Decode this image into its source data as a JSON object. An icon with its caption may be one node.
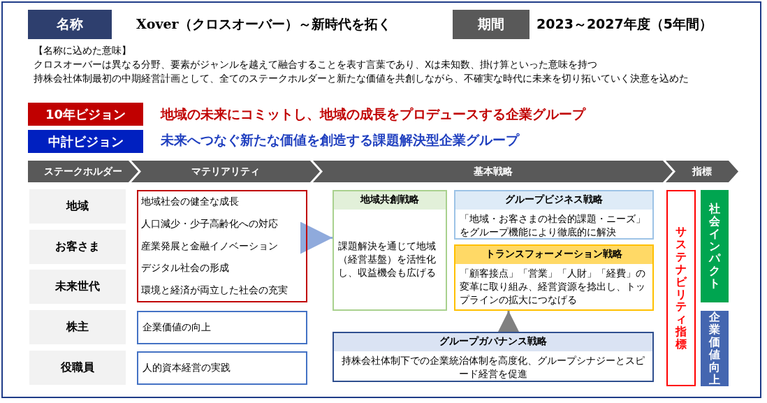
{
  "diagram": {
    "nodes": [
      {
        "text": [
          "名称"
        ],
        "beside": [
          "Xover（クロスオーバー）～新時代を拓く"
        ]
      },
      {
        "text": [
          "期間"
        ],
        "beside": [
          "2023～2027年度（5年間）"
        ]
      },
      {
        "text": [
          "10年ビジョン"
        ],
        "beside": [
          "地域の未来にコミットし、地域の成長をプロデュースする企業グループ"
        ]
      },
      {
        "text": [
          "中計ビジョン"
        ],
        "beside": [
          "未来へつなぐ新たな価値を創造する課題解決型企業グループ"
        ]
      },
      {
        "text": [
          "ステークホルダー"
        ]
      },
      {
        "text": [
          "マテリアリティ"
        ]
      },
      {
        "text": [
          "基本戦略"
        ]
      },
      {
        "text": [
          "指標"
        ]
      },
      {
        "text": [
          "地域"
        ]
      },
      {
        "text": [
          "お客さま"
        ]
      },
      {
        "text": [
          "未来世代"
        ]
      },
      {
        "text": [
          "株主"
        ]
      },
      {
        "text": [
          "役職員"
        ]
      },
      {
        "text": [
          "地域社会の健全な成長",
          "人口減少・少子高齢化への対応",
          "産業発展と金融イノベーション",
          "デジタル社会の形成",
          "環境と経済が両立した社会の充実"
        ]
      },
      {
        "text": [
          "企業価値の向上"
        ]
      },
      {
        "text": [
          "人的資本経営の実践"
        ]
      },
      {
        "text": [
          "地域共創戦略",
          "課題解決を通じて地域（経営基盤）を活性化し、収益機会も広げる"
        ]
      },
      {
        "text": [
          "グループビジネス戦略",
          "「地域・お客さまの社会的課題・ニーズ」をグループ機能により徹底的に解決"
        ]
      },
      {
        "text": [
          "トランスフォーメーション戦略",
          "「顧客接点」「営業」「人財」「経費」の変革に取り組み、経営資源を捻出し、トップラインの拡大につなげる"
        ]
      },
      {
        "text": [
          "グループガバナンス戦略",
          "持株会社体制下での企業統治体制を高度化、グループシナジーとスピード経営を促進"
        ]
      },
      {
        "text": [
          "サステナビリティ指標"
        ]
      },
      {
        "text": [
          "社会インパクト"
        ]
      },
      {
        "text": [
          "企業価値向上"
        ]
      }
    ],
    "edges": [
      {
        "from": 13,
        "to": 16,
        "arrow": "to",
        "color": "#8faadc"
      },
      {
        "from": 19,
        "to": 18,
        "arrow": "to",
        "color": "#808080"
      }
    ],
    "labels": [
      "【名称に込めた意味】",
      "クロスオーバーは異なる分野、要素がジャンルを越えて融合することを表す言葉であり、Xは未知数、掛け算といった意味を持つ",
      "持株会社体制最初の中期経営計画として、全てのステークホルダーと新たな価値を共創しながら、不確実な時代に未来を切り拓いていく決意を込めた"
    ]
  }
}
